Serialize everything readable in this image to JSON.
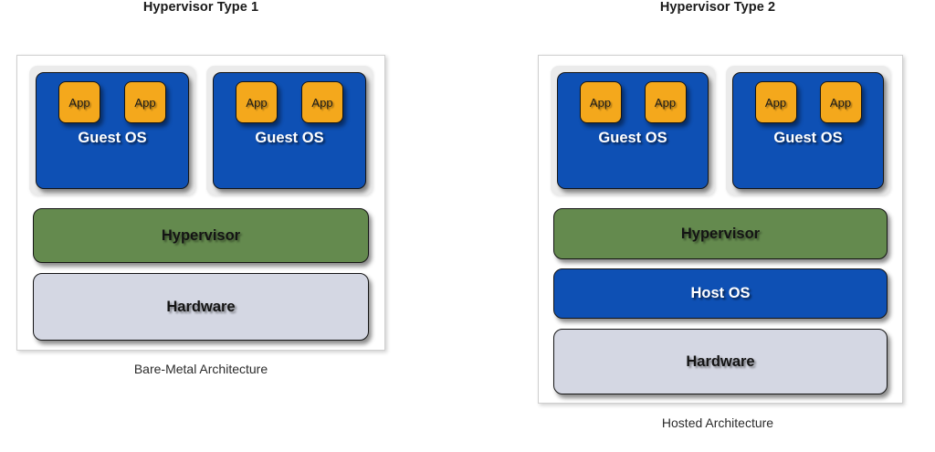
{
  "diagram": {
    "panels": [
      {
        "id": "type1",
        "title": "Hypervisor Type 1",
        "caption": "Bare-Metal Architecture",
        "vms": [
          {
            "os_label": "Guest OS",
            "apps": [
              "App",
              "App"
            ]
          },
          {
            "os_label": "Guest OS",
            "apps": [
              "App",
              "App"
            ]
          }
        ],
        "layers": [
          {
            "label": "Hypervisor",
            "color": "#648a4e"
          },
          {
            "label": "Hardware",
            "color": "#d4d7e3"
          }
        ]
      },
      {
        "id": "type2",
        "title": "Hypervisor Type 2",
        "caption": "Hosted Architecture",
        "vms": [
          {
            "os_label": "Guest OS",
            "apps": [
              "App",
              "App"
            ]
          },
          {
            "os_label": "Guest OS",
            "apps": [
              "App",
              "App"
            ]
          }
        ],
        "layers": [
          {
            "label": "Hypervisor",
            "color": "#648a4e"
          },
          {
            "label": "Host OS",
            "color": "#0e50b4"
          },
          {
            "label": "Hardware",
            "color": "#d4d7e3"
          }
        ]
      }
    ],
    "colors": {
      "guest_os": "#0e50b4",
      "app": "#f4a81c",
      "hypervisor": "#648a4e",
      "host_os": "#0e50b4",
      "hardware": "#d4d7e3",
      "vm_wrapper": "#ebebeb",
      "frame_border": "#cfcfcf",
      "background": "#ffffff"
    }
  }
}
